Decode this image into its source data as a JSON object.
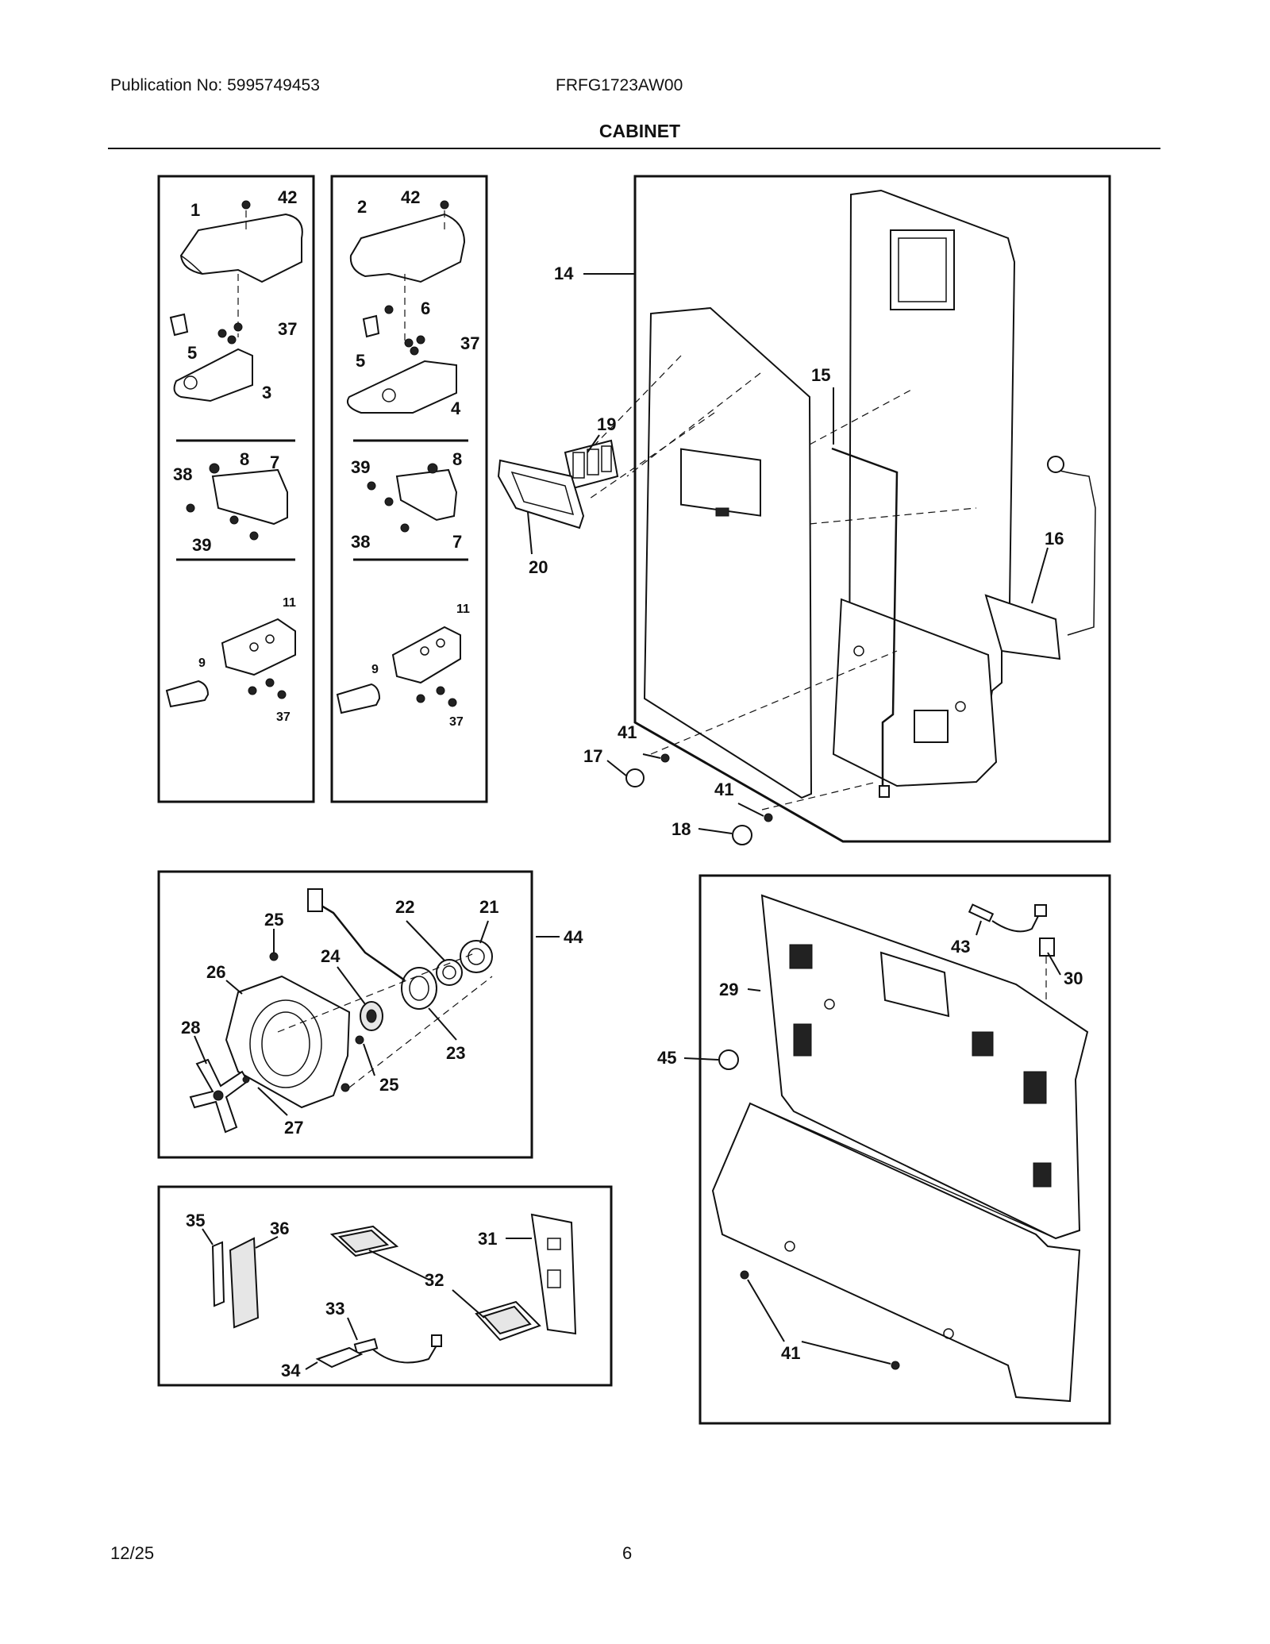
{
  "header": {
    "publication": "Publication No: 5995749453",
    "model": "FRFG1723AW00",
    "section_title": "CABINET"
  },
  "footer": {
    "date": "12/25",
    "page": "6"
  },
  "callouts": {
    "panel_left_hinge": [
      "1",
      "42",
      "37",
      "5",
      "3",
      "8",
      "38",
      "7",
      "39",
      "11",
      "9",
      "37"
    ],
    "panel_right_hinge": [
      "2",
      "42",
      "6",
      "37",
      "5",
      "4",
      "39",
      "8",
      "38",
      "7",
      "11",
      "9",
      "37"
    ],
    "panel_liner": [
      "14",
      "15",
      "19",
      "20",
      "16",
      "41",
      "17",
      "41",
      "18"
    ],
    "panel_fan": [
      "25",
      "22",
      "21",
      "44",
      "24",
      "26",
      "28",
      "23",
      "25",
      "27"
    ],
    "panel_controls": [
      "35",
      "36",
      "31",
      "32",
      "33",
      "34"
    ],
    "panel_cover": [
      "43",
      "29",
      "30",
      "45",
      "41"
    ]
  }
}
